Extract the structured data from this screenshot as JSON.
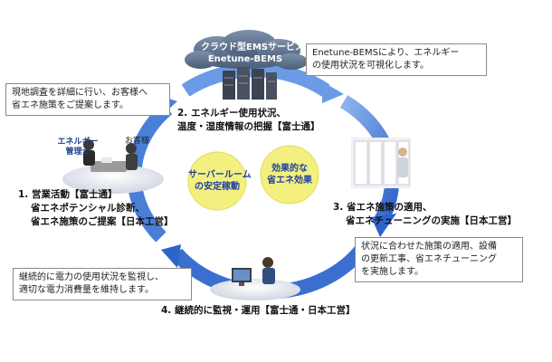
{
  "cloud": {
    "line1": "クラウド型EMSサービス",
    "line2": "Enetune-BEMS"
  },
  "callouts": {
    "cloud_note": [
      "Enetune-BEMSにより、エネルギー",
      "の使用状況を可視化します。"
    ],
    "survey_note": [
      "現地調査を詳細に行い、お客様へ",
      "省エネ施策をご提案します。"
    ],
    "upgrade_note": [
      "状況に合わせた施策の適用、設備",
      "の更新工事、省エネチューニング",
      "を実施します。"
    ],
    "monitor_note": [
      "継続的に電力の使用状況を監視し、",
      "適切な電力消費量を維持します。"
    ]
  },
  "steps": {
    "step1": [
      "1. 営業活動【富士通】",
      "省エネポテンシャル診断、",
      "省エネ施策のご提案【日本工営】"
    ],
    "step2": [
      "2. エネルギー使用状況、",
      "温度・湿度情報の把握【富士通】"
    ],
    "step3": [
      "3. 省エネ施策の適用、",
      "省エネチューニングの実施【日本工営】"
    ],
    "step4": "4. 継続的に監視・運用【富士通・日本工営】"
  },
  "labels": {
    "energy_manager": [
      "エネルギー",
      "管理士"
    ],
    "customer": "お客様"
  },
  "center": {
    "left_circle": [
      "サーバールーム",
      "の安定稼動"
    ],
    "right_circle": [
      "効果的な",
      "省エネ効果"
    ]
  },
  "colors": {
    "cycle_arrow": "#2f63c9",
    "cycle_arrow_light": "#8fb4ee",
    "circle_fill": "#f3f080",
    "circle_text": "#1f3fa0",
    "cloud": "#5a6f8a",
    "platform": "#d8dde6"
  },
  "icons": [
    "cloud-icon",
    "server-rack-icon",
    "meeting-people-icon",
    "server-room-worker-icon",
    "pc-operator-icon"
  ]
}
